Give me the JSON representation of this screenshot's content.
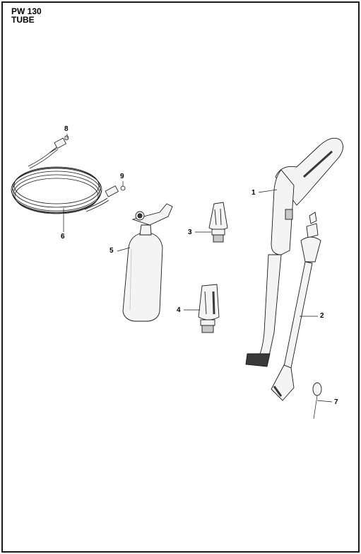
{
  "header": {
    "model": "PW 130",
    "section": "TUBE"
  },
  "callouts": {
    "c1": "1",
    "c2": "2",
    "c3": "3",
    "c4": "4",
    "c5": "5",
    "c6": "6",
    "c7": "7",
    "c8": "8",
    "c9": "9"
  },
  "colors": {
    "ink": "#1a1a1a",
    "part_fill": "#f4f4f4",
    "shade": "#c8c8c8",
    "dark": "#3a3a3a"
  }
}
